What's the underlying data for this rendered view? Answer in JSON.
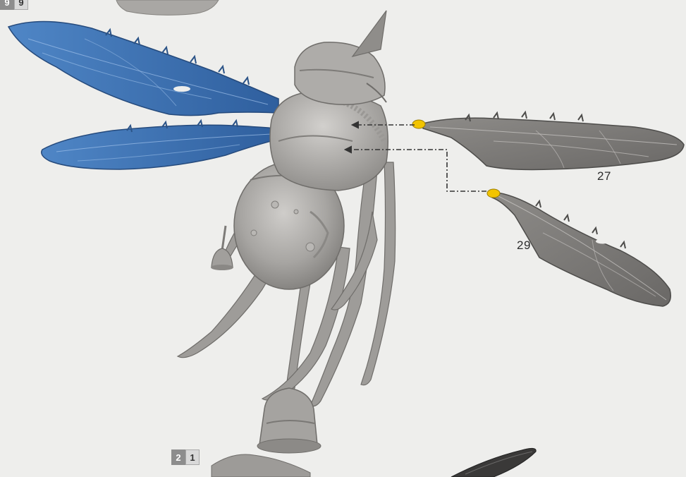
{
  "parts": {
    "upper_wing_label": "27",
    "lower_wing_label": "29"
  },
  "steps": {
    "top_badge": {
      "left": "9",
      "right": "9"
    },
    "bottom_badge": {
      "left": "2",
      "right": "1"
    }
  },
  "colors": {
    "background": "#eeeeec",
    "model_grey": "#a3a19f",
    "highlight_blue": "#3c6fb0",
    "part_grey": "#7b7a78",
    "glue_yellow": "#f2c400",
    "arrow_dark": "#333333"
  }
}
